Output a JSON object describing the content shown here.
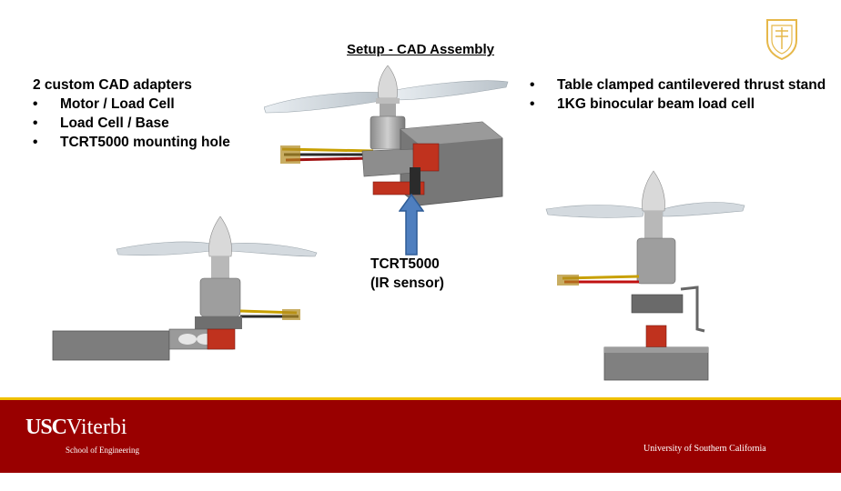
{
  "title": "Setup - CAD Assembly",
  "left": {
    "heading": "2 custom CAD adapters",
    "bullets": [
      "Motor / Load Cell",
      "Load Cell / Base",
      "TCRT5000 mounting hole"
    ]
  },
  "right": {
    "bullets": [
      "Table clamped cantilevered thrust stand",
      "1KG binocular beam load cell"
    ]
  },
  "sensor_label": {
    "line1": "TCRT5000",
    "line2": "(IR sensor)"
  },
  "footer": {
    "logo_usc": "USC",
    "logo_viterbi": "Viterbi",
    "school": "School of Engineering",
    "university": "University of Southern California"
  },
  "colors": {
    "footer_red": "#990000",
    "footer_gold_line": "#f0c000",
    "arrow_blue": "#4f7fbf",
    "adapter_red": "#c0321e"
  }
}
